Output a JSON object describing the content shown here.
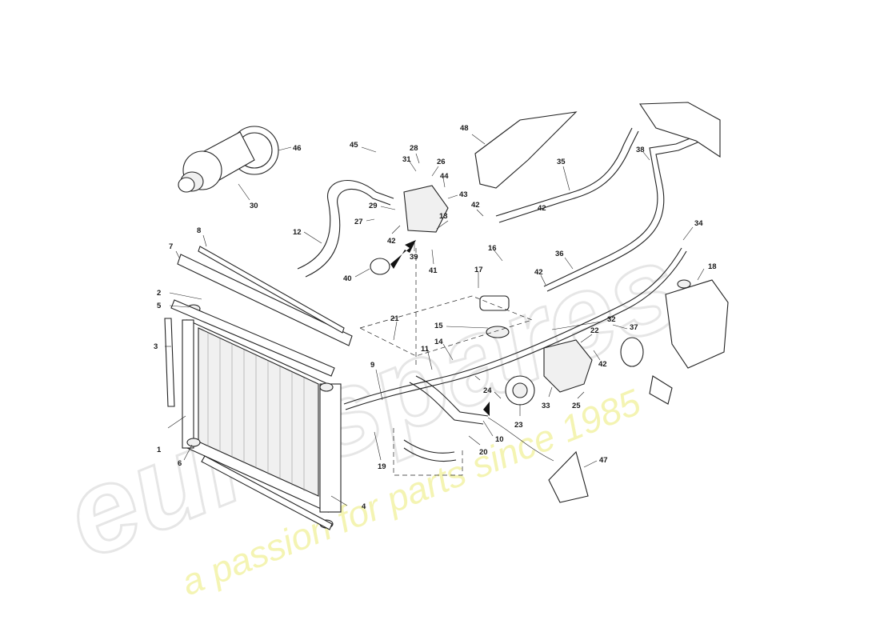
{
  "diagram": {
    "callouts": [
      "1",
      "2",
      "3",
      "4",
      "5",
      "6",
      "7",
      "8",
      "9",
      "10",
      "11",
      "12",
      "13",
      "14",
      "15",
      "16",
      "17",
      "18",
      "19",
      "20",
      "21",
      "22",
      "23",
      "24",
      "25",
      "26",
      "27",
      "28",
      "29",
      "30",
      "31",
      "32",
      "33",
      "34",
      "35",
      "36",
      "37",
      "38",
      "39",
      "40",
      "41",
      "42",
      "42",
      "42",
      "42",
      "42",
      "43",
      "44",
      "45",
      "46",
      "47",
      "48"
    ]
  },
  "watermark": {
    "brand": "eurospares",
    "tagline": "a passion for parts since 1985"
  }
}
